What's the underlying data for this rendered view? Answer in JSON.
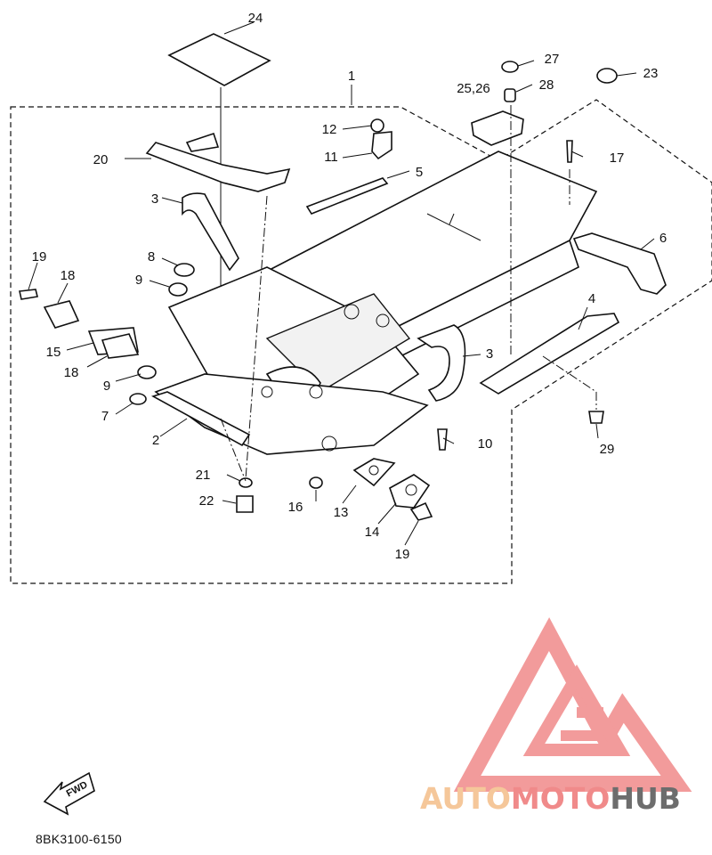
{
  "diagram": {
    "code": "8BK3100-6150",
    "fwd_label": "FWD",
    "callouts": [
      {
        "id": "c1",
        "text": "1"
      },
      {
        "id": "c2",
        "text": "2"
      },
      {
        "id": "c3a",
        "text": "3"
      },
      {
        "id": "c3b",
        "text": "3"
      },
      {
        "id": "c4",
        "text": "4"
      },
      {
        "id": "c5",
        "text": "5"
      },
      {
        "id": "c6",
        "text": "6"
      },
      {
        "id": "c7",
        "text": "7"
      },
      {
        "id": "c8",
        "text": "8"
      },
      {
        "id": "c9a",
        "text": "9"
      },
      {
        "id": "c9b",
        "text": "9"
      },
      {
        "id": "c10",
        "text": "10"
      },
      {
        "id": "c11",
        "text": "11"
      },
      {
        "id": "c12",
        "text": "12"
      },
      {
        "id": "c13",
        "text": "13"
      },
      {
        "id": "c14",
        "text": "14"
      },
      {
        "id": "c15",
        "text": "15"
      },
      {
        "id": "c16",
        "text": "16"
      },
      {
        "id": "c17",
        "text": "17"
      },
      {
        "id": "c18a",
        "text": "18"
      },
      {
        "id": "c18b",
        "text": "18"
      },
      {
        "id": "c19a",
        "text": "19"
      },
      {
        "id": "c19b",
        "text": "19"
      },
      {
        "id": "c20",
        "text": "20"
      },
      {
        "id": "c21",
        "text": "21"
      },
      {
        "id": "c22",
        "text": "22"
      },
      {
        "id": "c23",
        "text": "23"
      },
      {
        "id": "c24",
        "text": "24"
      },
      {
        "id": "c2526",
        "text": "25,26"
      },
      {
        "id": "c27",
        "text": "27"
      },
      {
        "id": "c28",
        "text": "28"
      },
      {
        "id": "c29",
        "text": "29"
      }
    ]
  },
  "watermark": {
    "part1": "AUTO",
    "part2": "MOTO",
    "part3": "HUB",
    "color_light": "#f5c79a",
    "color_red": "#f08a8a",
    "color_gray": "#6d6d6d"
  }
}
